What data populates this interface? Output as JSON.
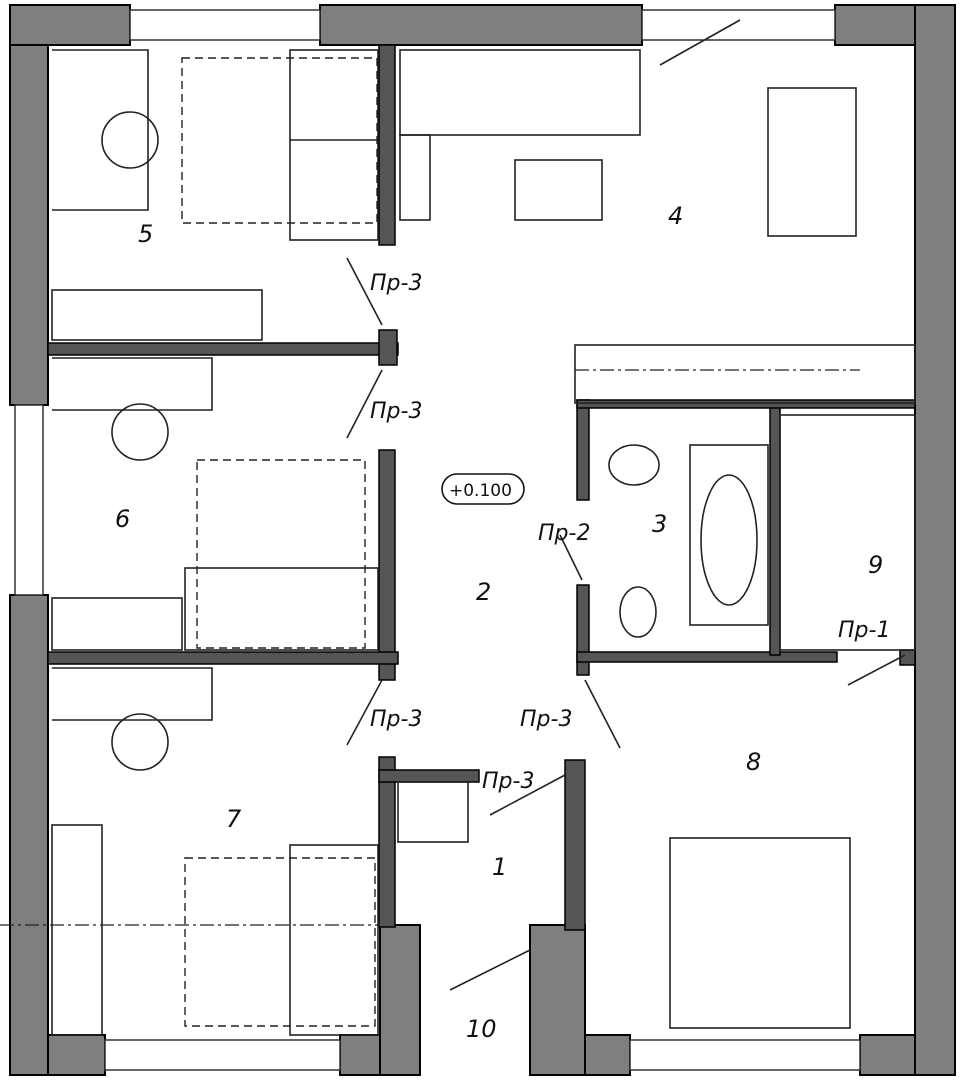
{
  "plan": {
    "rooms": [
      {
        "number": "1"
      },
      {
        "number": "2"
      },
      {
        "number": "3"
      },
      {
        "number": "4"
      },
      {
        "number": "5"
      },
      {
        "number": "6"
      },
      {
        "number": "7"
      },
      {
        "number": "8"
      },
      {
        "number": "9"
      },
      {
        "number": "10"
      }
    ],
    "openings": [
      "Пр-3",
      "Пр-3",
      "Пр-2",
      "Пр-1",
      "Пр-3",
      "Пр-3",
      "Пр-3"
    ],
    "level_mark": "+0.100"
  }
}
